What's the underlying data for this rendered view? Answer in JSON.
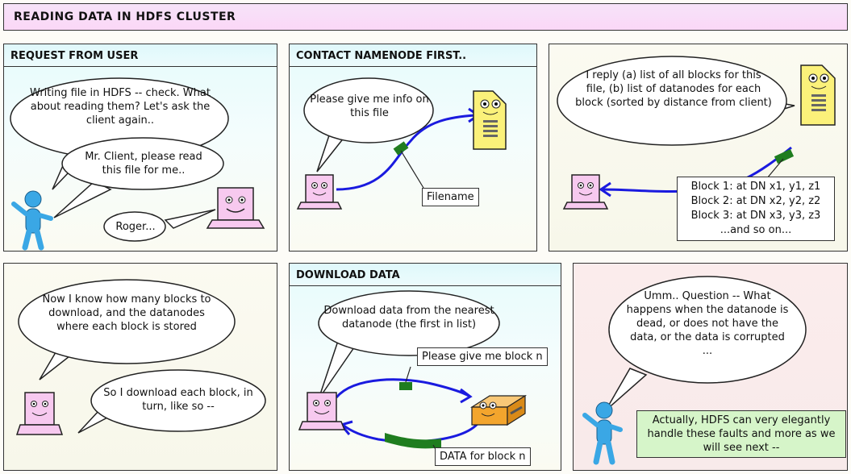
{
  "title": "READING DATA IN HDFS CLUSTER",
  "panel1": {
    "header": "REQUEST FROM USER",
    "bubble1": "Writing file in HDFS -- check. What about reading them? Let's ask the client again..",
    "bubble2": "Mr. Client, please read this file for me..",
    "bubble3": "Roger..."
  },
  "panel2": {
    "header": "CONTACT NAMENODE FIRST..",
    "bubble": "Please give me info on this file",
    "label": "Filename"
  },
  "panel3": {
    "bubble": "I reply (a) list of all blocks for this file, (b) list of datanodes for each block (sorted by distance from client)",
    "blocks": [
      "Block 1: at DN x1, y1, z1",
      "Block 2: at DN x2, y2, z2",
      "Block 3: at DN x3, y3, z3",
      "...and so on..."
    ]
  },
  "panel4": {
    "bubble1": "Now I know how many blocks to download, and the datanodes where each block is stored",
    "bubble2": "So I download each block, in turn, like so --"
  },
  "panel5": {
    "header": "DOWNLOAD DATA",
    "bubble": "Download data from the nearest datanode (the first in list)",
    "label1": "Please give me block n",
    "label2": "DATA for block n"
  },
  "panel6": {
    "bubble": "Umm.. Question -- What happens when the datanode is dead, or does not have the data, or the data is corrupted ...",
    "answer": "Actually, HDFS can very elegantly handle these faults and more as we will see next --"
  },
  "colors": {
    "arrow": "#1a1adf",
    "packet": "#1f7d1f",
    "laptop": "#f7c9ef",
    "server": "#fbf17a",
    "datanode": "#f3a52d",
    "person": "#3aa7e5"
  }
}
